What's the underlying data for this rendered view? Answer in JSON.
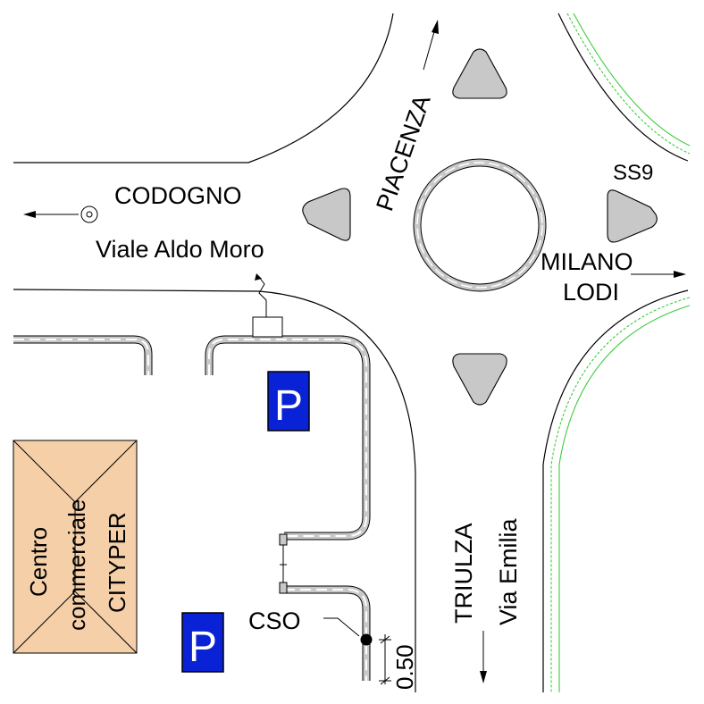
{
  "labels": {
    "codogno": "CODOGNO",
    "viale": "Viale Aldo Moro",
    "piacenza": "PIACENZA",
    "ss9": "SS9",
    "milano": "MILANO",
    "lodi": "LODI",
    "triulza": "TRIULZA",
    "via_emilia": "Via Emilia",
    "cso": "CSO",
    "dimension": "0.50",
    "parking_1": "P",
    "parking_2": "P",
    "centro_line1": "Centro",
    "centro_line2": "commerciale",
    "centro_line3": "CITYPER"
  },
  "colors": {
    "parking_blue": "#0a22d6",
    "building_fill": "#f5cfa8",
    "island_fill": "#c8c8c8",
    "verge_green": "#3ccc3c"
  },
  "icons": [
    "arrow-west-icon",
    "arrow-north-icon",
    "arrow-east-icon",
    "arrow-south-icon",
    "target-marker-icon",
    "manhole-point-icon"
  ]
}
